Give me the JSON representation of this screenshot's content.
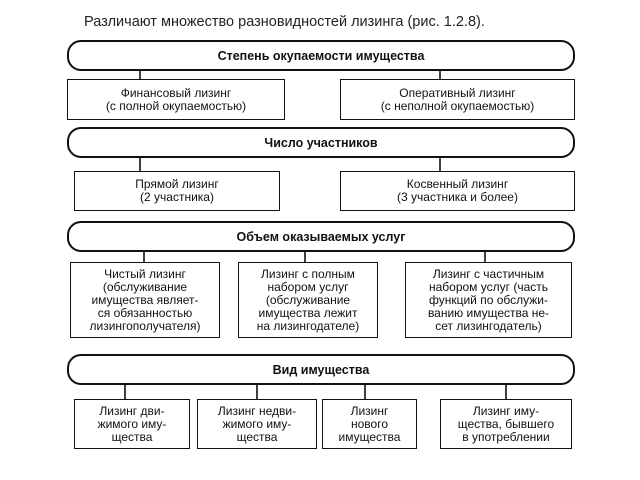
{
  "caption": "Различают множество разновидностей лизинга (рис. 1.2.8).",
  "diagram": {
    "groups": [
      {
        "title": "Степень окупаемости имущества",
        "items": [
          "Финансовый лизинг\n(с полной окупаемостью)",
          "Оперативный лизинг\n(с неполной окупаемостью)"
        ]
      },
      {
        "title": "Число участников",
        "items": [
          "Прямой лизинг\n(2 участника)",
          "Косвенный лизинг\n(3 участника и более)"
        ]
      },
      {
        "title": "Объем оказываемых услуг",
        "items": [
          "Чистый лизинг\n(обслуживание\nимущества являет-\nся обязанностью\nлизингополучателя)",
          "Лизинг с полным\nнабором услуг\n(обслуживание\nимущества лежит\nна лизингодателе)",
          "Лизинг с частичным\nнабором услуг (часть\nфункций по обслужи-\nванию имущества не-\nсет лизингодатель)"
        ]
      },
      {
        "title": "Вид имущества",
        "items": [
          "Лизинг дви-\nжимого иму-\nщества",
          "Лизинг недви-\nжимого иму-\nщества",
          "Лизинг\nнового\nимущества",
          "Лизинг иму-\nщества, бывшего\nв употреблении"
        ]
      }
    ]
  }
}
